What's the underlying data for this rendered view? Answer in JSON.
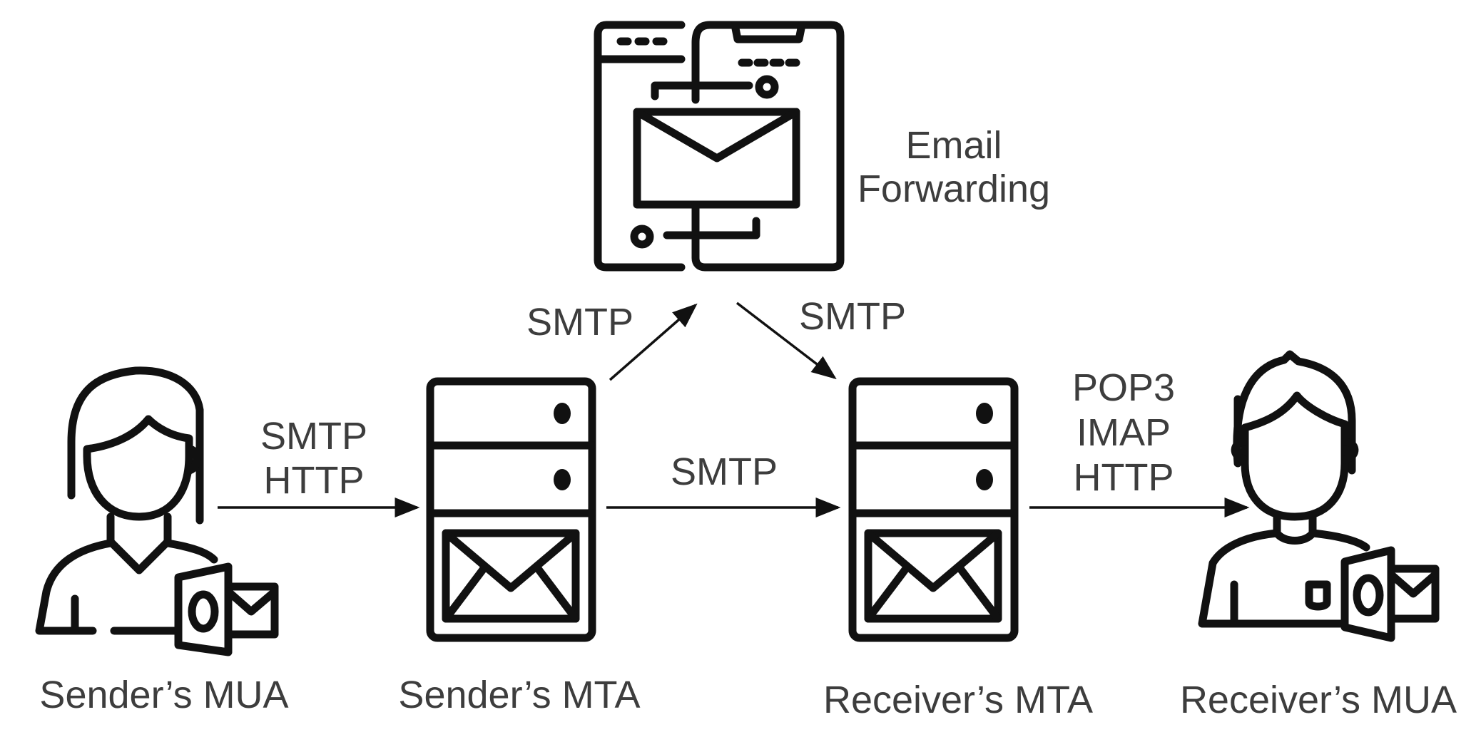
{
  "nodes": {
    "sender_mua": "Sender’s MUA",
    "sender_mta": "Sender’s MTA",
    "receiver_mta": "Receiver’s MTA",
    "receiver_mua": "Receiver’s MUA",
    "forwarding_line1": "Email",
    "forwarding_line2": "Forwarding"
  },
  "edges": {
    "mua_to_mta_line1": "SMTP",
    "mua_to_mta_line2": "HTTP",
    "mta_to_mta": "SMTP",
    "mta_to_forward": "SMTP",
    "forward_to_mta": "SMTP",
    "mta_to_mua_line1": "POP3",
    "mta_to_mua_line2": "IMAP",
    "mta_to_mua_line3": "HTTP"
  },
  "icons": [
    "woman-user-icon",
    "server-mail-icon",
    "forwarding-devices-icon",
    "man-user-icon"
  ]
}
